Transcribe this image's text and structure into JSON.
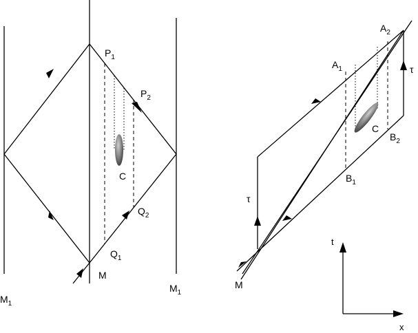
{
  "left": {
    "labels": {
      "M_left": "M",
      "M_left_sub": "1",
      "M_right": "M",
      "M_right_sub": "1",
      "P1": "P",
      "P1_sub": "1",
      "P2": "P",
      "P2_sub": "2",
      "Q1": "Q",
      "Q1_sub": "1",
      "Q2": "Q",
      "Q2_sub": "2",
      "C": "C",
      "M": "M"
    }
  },
  "right": {
    "labels": {
      "A1": "A",
      "A1_sub": "1",
      "A2": "A",
      "A2_sub": "2",
      "B1": "B",
      "B1_sub": "1",
      "B2": "B",
      "B2_sub": "2",
      "C": "C",
      "M": "M",
      "tau_left": "τ",
      "tau_right": "τ"
    }
  },
  "axes": {
    "t": "t",
    "x": "x"
  },
  "colors": {
    "ink": "#000000",
    "region_fill": "#7a7a7a"
  }
}
